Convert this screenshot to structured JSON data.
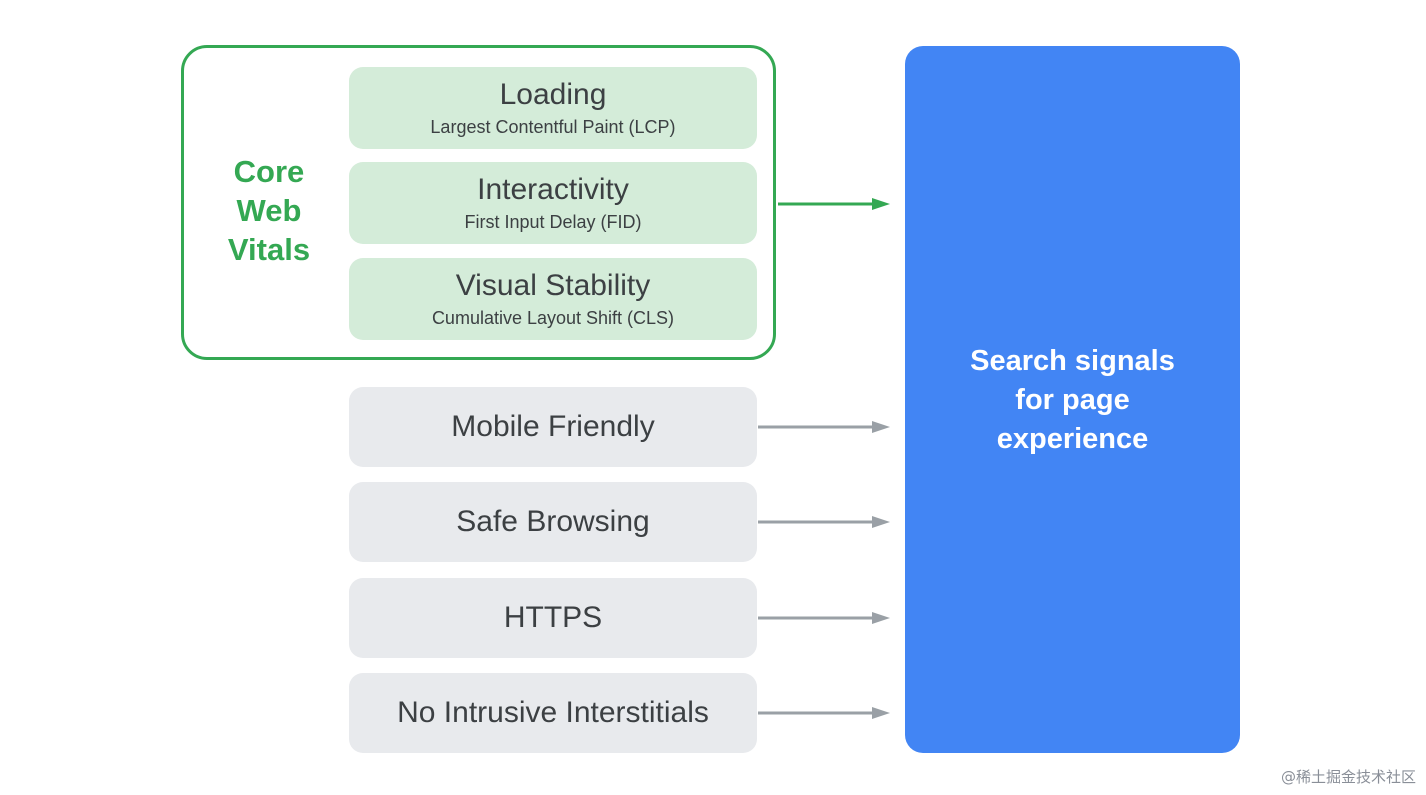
{
  "core_web_vitals": {
    "label_lines": [
      "Core",
      "Web",
      "Vitals"
    ],
    "color": "#34a853",
    "metrics": [
      {
        "title": "Loading",
        "subtitle": "Largest Contentful Paint (LCP)"
      },
      {
        "title": "Interactivity",
        "subtitle": "First Input Delay (FID)"
      },
      {
        "title": "Visual Stability",
        "subtitle": "Cumulative Layout Shift (CLS)"
      }
    ]
  },
  "signals": [
    {
      "label": "Mobile Friendly"
    },
    {
      "label": "Safe Browsing"
    },
    {
      "label": "HTTPS"
    },
    {
      "label": "No Intrusive Interstitials"
    }
  ],
  "result": {
    "lines": [
      "Search signals",
      "for page",
      "experience"
    ],
    "color": "#4285f4"
  },
  "watermark": "@稀土掘金技术社区"
}
